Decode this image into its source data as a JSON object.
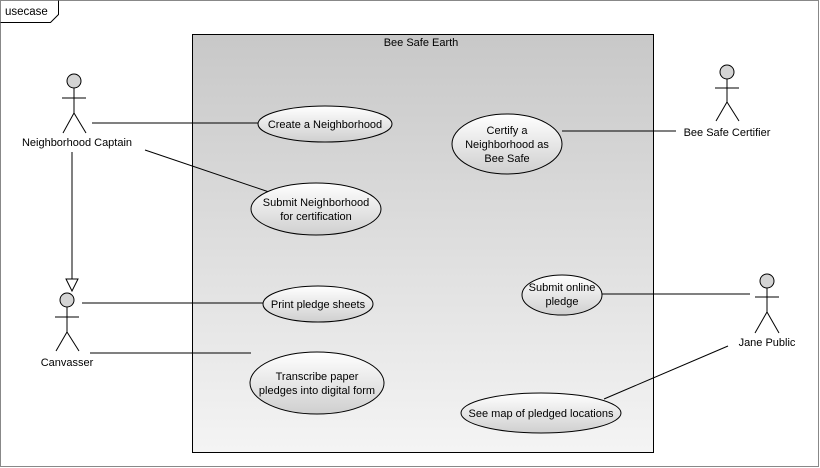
{
  "frame": {
    "label": "usecase"
  },
  "system": {
    "name": "Bee Safe Earth"
  },
  "actors": {
    "neighborhood_captain": "Neighborhood Captain",
    "canvasser": "Canvasser",
    "certifier": "Bee Safe Certifier",
    "jane_public": "Jane Public"
  },
  "usecases": {
    "create_neighborhood": [
      "Create a Neighborhood"
    ],
    "submit_neighborhood": [
      "Submit Neighborhood",
      "for certification"
    ],
    "print_pledge": [
      "Print pledge sheets"
    ],
    "transcribe": [
      "Transcribe paper",
      "pledges into digital form"
    ],
    "certify": [
      "Certify a",
      "Neighborhood as",
      "Bee Safe"
    ],
    "submit_online": [
      "Submit online",
      "pledge"
    ],
    "see_map": [
      "See map of pledged locations"
    ]
  },
  "colors": {
    "system_gradient_top": "#c8c8c8",
    "system_gradient_bottom": "#f4f4f4",
    "usecase_gradient_top": "#ffffff",
    "usecase_gradient_bottom": "#cfcfcf",
    "actor_head": "#d4d4d4"
  }
}
